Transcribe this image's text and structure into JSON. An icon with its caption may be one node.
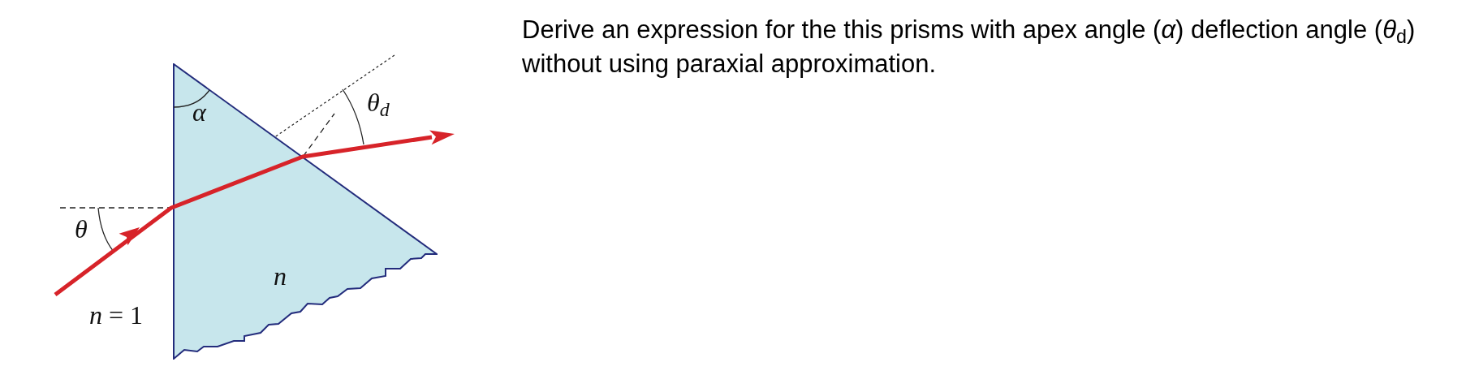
{
  "diagram": {
    "nodes": [
      {
        "text": [
          "α",
          "n"
        ]
      }
    ],
    "labels": [
      "θ$_{d}$",
      "θ",
      "*n* = 1",
      "Derive an expression for the this prisms with apex angle (*α*) deflection angle (*θ*$_{d}$) without using paraxial approximation."
    ]
  }
}
